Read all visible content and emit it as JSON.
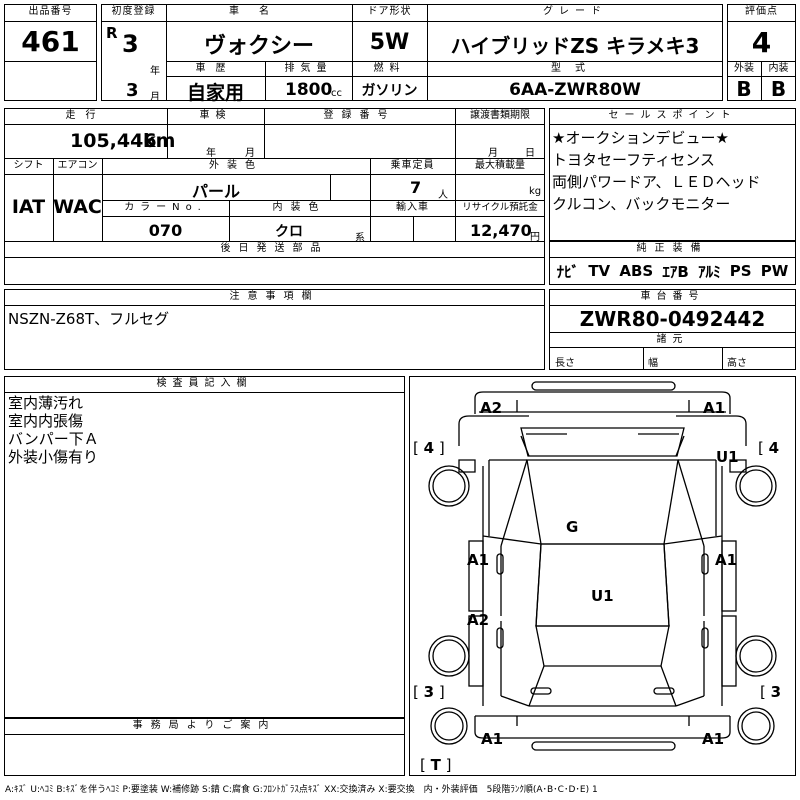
{
  "header": {
    "lot_label": "出品番号",
    "first_reg_label": "初度登録",
    "car_name_label": "車名",
    "door_label": "ドア形状",
    "grade_label": "グレード",
    "score_label": "評価点",
    "history_label": "車歴",
    "displacement_label": "排気量",
    "fuel_label": "燃料",
    "model_label": "型式",
    "exterior_label": "外装",
    "interior_label": "内装",
    "lot": "461",
    "era": "R",
    "year": "3",
    "year_unit": "年",
    "month": "3",
    "month_unit": "月",
    "car_name": "ヴォクシー",
    "door": "5W",
    "grade": "ハイブリッドZS キラメキ3",
    "score": "4",
    "history": "自家用",
    "displacement": "1800",
    "displacement_unit": "cc",
    "fuel": "ガソリン",
    "model": "6AA-ZWR80W",
    "exterior_grade": "B",
    "interior_grade": "B"
  },
  "middle": {
    "mileage_label": "走行",
    "inspection_label": "車検",
    "reg_no_label": "登録番号",
    "transfer_label": "譲渡書類期限",
    "mileage": "105,446",
    "mileage_unit": "km",
    "year_unit": "年",
    "month_unit": "月",
    "shift_label": "シフト",
    "ac_label": "エアコン",
    "color_label": "外装色",
    "capacity_label": "乗車定員",
    "load_label": "最大積載量",
    "shift": "IAT",
    "ac": "WAC",
    "color": "パール",
    "capacity": "7",
    "capacity_unit": "人",
    "load_unit": "kg",
    "color_no_label": "カラーNo.",
    "interior_color_label": "内装色",
    "import_label": "輸入車",
    "recycle_label": "リサイクル預託金",
    "color_no": "070",
    "interior_color": "クロ",
    "interior_unit": "系",
    "recycle": "12,470",
    "yen": "円",
    "later_parts_label": "後日発送部品"
  },
  "sales": {
    "label": "セールスポイント",
    "lines": [
      "★オークションデビュー★",
      "トヨタセーフティセンス",
      "両側パワードア、ＬＥＤヘッド",
      "クルコン、バックモニター"
    ]
  },
  "equipment": {
    "label": "純正装備",
    "items": [
      "ﾅﾋﾞ",
      "TV",
      "ABS",
      "ｴｱB",
      "ｱﾙﾐ",
      "PS",
      "PW"
    ]
  },
  "notes": {
    "label": "注意事項欄",
    "text": "NSZN-Z68T、フルセグ"
  },
  "chassis": {
    "label": "車台番号",
    "value": "ZWR80-0492442",
    "specs_label": "諸元",
    "length_label": "長さ",
    "width_label": "幅",
    "height_label": "高さ"
  },
  "inspector": {
    "label": "検査員記入欄",
    "lines": [
      "室内薄汚れ",
      "室内内張傷",
      "バンパー下Ａ",
      "外装小傷有り"
    ]
  },
  "office": {
    "label": "事務局よりご案内"
  },
  "diagram": {
    "labels": {
      "top_left": "A2",
      "top_right": "A1",
      "front_left_tire": "4",
      "front_right_tire": "4",
      "front_right_u": "U1",
      "hood": "G",
      "left_front_door": "A1",
      "right_front_door": "A1",
      "roof": "U1",
      "left_rear_door": "A2",
      "rear_left_tire": "3",
      "rear_right_tire": "3",
      "bottom_left": "A1",
      "bottom_right": "A1",
      "trunk": "T"
    }
  },
  "legend": {
    "text": "A:ｷｽﾞ U:ﾍｺﾐ B:ｷｽﾞを伴うﾍｺﾐ P:要塗装 W:補修跡 S:錆 C:腐食 G:ﾌﾛﾝﾄｶﾞﾗｽ点ｷｽﾞ XX:交換済み X:要交換　内・外装評価　5段階ﾗﾝｸ順(A･B･C･D･E) 1"
  }
}
